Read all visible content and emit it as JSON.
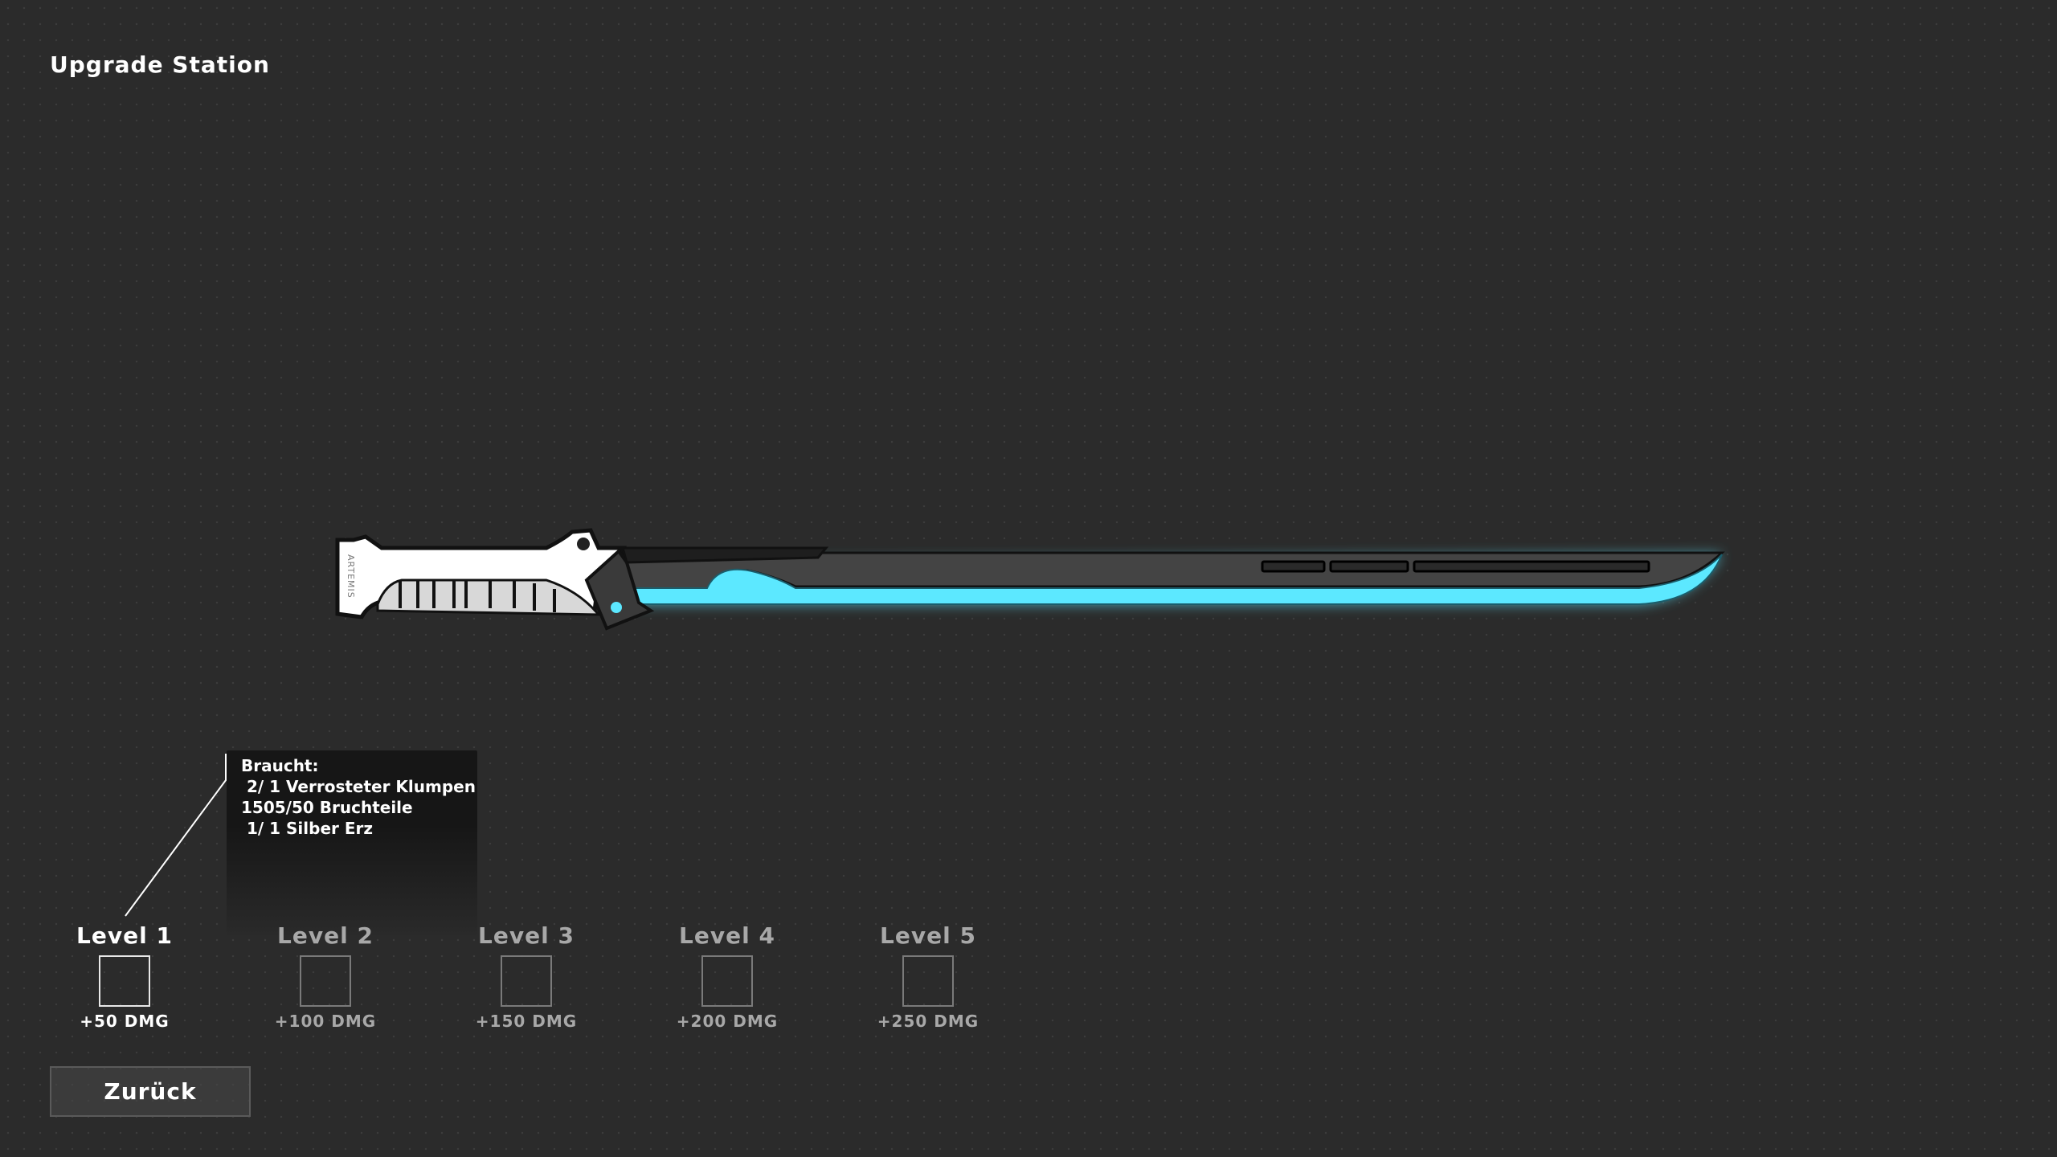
{
  "header": {
    "title": "Upgrade Station"
  },
  "weapon": {
    "engraving": "ARTEMIS",
    "glow_color": "#5ce8ff"
  },
  "tooltip": {
    "heading": "Braucht:",
    "lines": [
      " 2/ 1 Verrosteter Klumpen",
      "1505/50 Bruchteile",
      " 1/ 1 Silber Erz"
    ]
  },
  "levels": [
    {
      "label": "Level 1",
      "bonus": "+50 DMG"
    },
    {
      "label": "Level 2",
      "bonus": "+100 DMG"
    },
    {
      "label": "Level 3",
      "bonus": "+150 DMG"
    },
    {
      "label": "Level 4",
      "bonus": "+200 DMG"
    },
    {
      "label": "Level 5",
      "bonus": "+250 DMG"
    }
  ],
  "buttons": {
    "back": "Zurück"
  }
}
